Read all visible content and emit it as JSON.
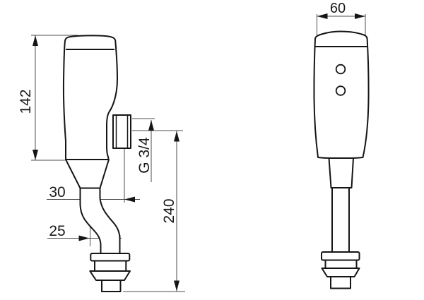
{
  "drawing": {
    "description": "Two-view technical dimension drawing of a sensor flush valve with offset outlet pipe and flange fittings",
    "views": {
      "left": "side view",
      "right": "front view"
    },
    "dimensions": {
      "body_height": "142",
      "upper_offset": "30",
      "lower_offset": "25",
      "inlet_thread": "G 3/4",
      "install_height": "240",
      "body_width": "60"
    },
    "colors": {
      "background": "#ffffff",
      "outline": "#151515",
      "dimension_line": "#4d4d4d",
      "text": "#1a1a1a"
    }
  }
}
